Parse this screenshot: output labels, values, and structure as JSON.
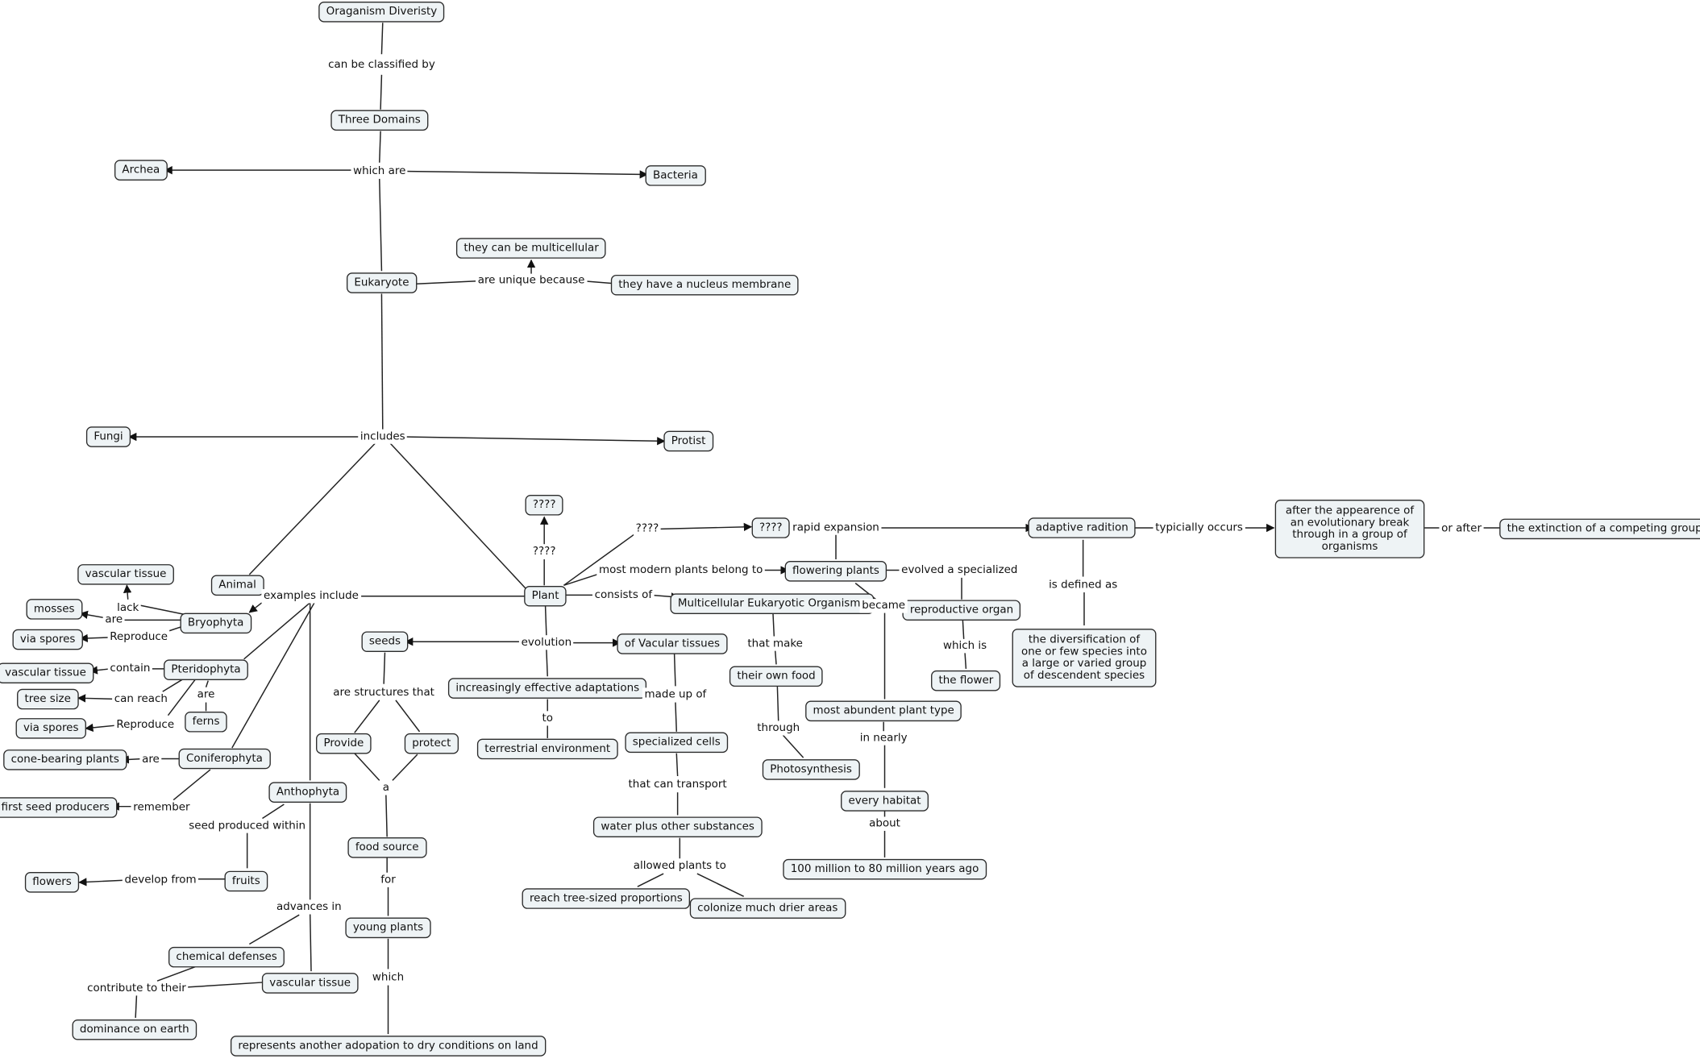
{
  "nodes": {
    "organism_diversity": "Oraganism Diveristy",
    "three_domains": "Three Domains",
    "archea": "Archea",
    "bacteria": "Bacteria",
    "eukaryote": "Eukaryote",
    "multicellular": "they can be multicellular",
    "nucleus_membrane": "they have a nucleus membrane",
    "fungi": "Fungi",
    "protist": "Protist",
    "animal": "Animal",
    "plant": "Plant",
    "plant_unknown": "????",
    "unknown_box": "????",
    "adaptive_radition": "adaptive radition",
    "after_appearance": "after the appearence of an evolutionary break through in a group of organisms",
    "extinction": "the extinction of a competing group",
    "diversification": "the diversification of one or few species into a large or varied group of descendent species",
    "flowering_plants": "flowering plants",
    "reproductive_organ": "reproductive organ",
    "the_flower": "the flower",
    "multicellular_eukaryotic": "Multicellular Eukaryotic Organisms",
    "own_food": "their own food",
    "photosynthesis": "Photosynthesis",
    "most_abundant": "most abundent plant type",
    "every_habitat": "every habitat",
    "million_years": "100 million to 80 million years ago",
    "vascular_tissues": "of Vacular tissues",
    "specialized_cells": "specialized cells",
    "water_substances": "water plus other substances",
    "tree_sized": "reach tree-sized proportions",
    "drier_areas": "colonize much drier areas",
    "seeds": "seeds",
    "adaptations": "increasingly effective adaptations",
    "terrestrial": "terrestrial environment",
    "provide": "Provide",
    "protect": "protect",
    "food_source": "food source",
    "young_plants": "young plants",
    "dry_conditions": "represents another adopation to dry conditions on land",
    "bryophyta": "Bryophyta",
    "bryo_vascular": "vascular tissue",
    "mosses": "mosses",
    "bryo_spores": "via spores",
    "pteridophyta": "Pteridophyta",
    "pter_vascular": "vascular tissue",
    "tree_size": "tree size",
    "ferns": "ferns",
    "pter_spores": "via spores",
    "coniferophyta": "Coniferophyta",
    "cone_bearing": "cone-bearing plants",
    "first_seed": "first seed producers",
    "anthophyta": "Anthophyta",
    "fruits": "fruits",
    "flowers": "flowers",
    "chemical_defenses": "chemical defenses",
    "antho_vascular": "vascular tissue",
    "dominance": "dominance on earth"
  },
  "labels": {
    "can_be_classified_by": "can be classified by",
    "which_are": "which are",
    "are_unique_because": "are unique because",
    "includes": "includes",
    "plant_q_up": "????",
    "plant_q_right": "????",
    "rapid_expansion": "rapid expansion",
    "typically_occurs": "typicially occurs",
    "or_after": "or after",
    "is_defined_as": "is defined as",
    "most_modern": "most modern plants belong to",
    "evolved_specialized": "evolved a specialized",
    "became": "became",
    "which_is": "which is",
    "consists_of": "consists of",
    "that_make": "that make",
    "through": "through",
    "in_nearly": "in nearly",
    "about": "about",
    "evolution": "evolution",
    "made_up_of": "made up of",
    "that_can_transport": "that can transport",
    "allowed_plants_to": "allowed plants to",
    "are_structures_that": "are structures that",
    "to": "to",
    "a": "a",
    "for": "for",
    "which": "which",
    "examples_include": "examples include",
    "lack": "lack",
    "bryo_are": "are",
    "bryo_reproduce": "Reproduce",
    "contain": "contain",
    "can_reach": "can reach",
    "pter_are": "are",
    "pter_reproduce": "Reproduce",
    "conif_are": "are",
    "remember": "remember",
    "seed_produced_within": "seed produced within",
    "develop_from": "develop from",
    "advances_in": "advances in",
    "contribute_to_their": "contribute to their"
  },
  "colors": {
    "node_fill": "#eef3f5",
    "stroke": "#2b2b2b"
  }
}
